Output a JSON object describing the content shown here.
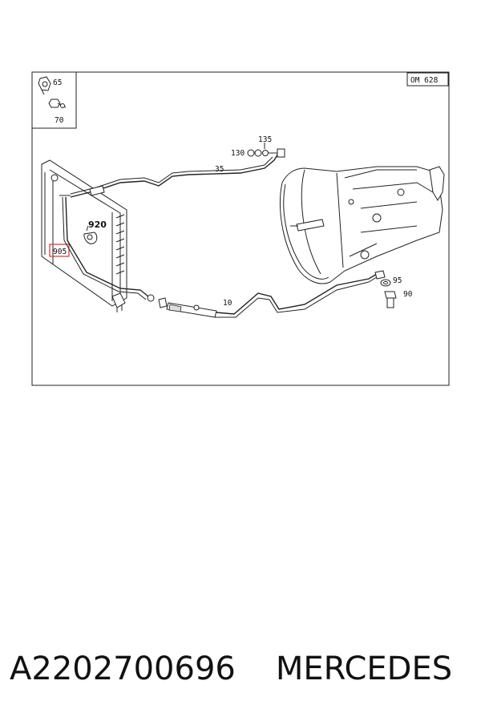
{
  "diagram": {
    "engine_code": "OM 628",
    "labels": {
      "p65": "65",
      "p70": "70",
      "p135": "135",
      "p130": "130",
      "p35": "35",
      "p920": "920",
      "p905": "905",
      "p10": "10",
      "p95": "95",
      "p90": "90"
    },
    "highlight_color": "#e03030"
  },
  "caption": {
    "part_number": "A2202700696",
    "brand": "MERCEDES"
  }
}
